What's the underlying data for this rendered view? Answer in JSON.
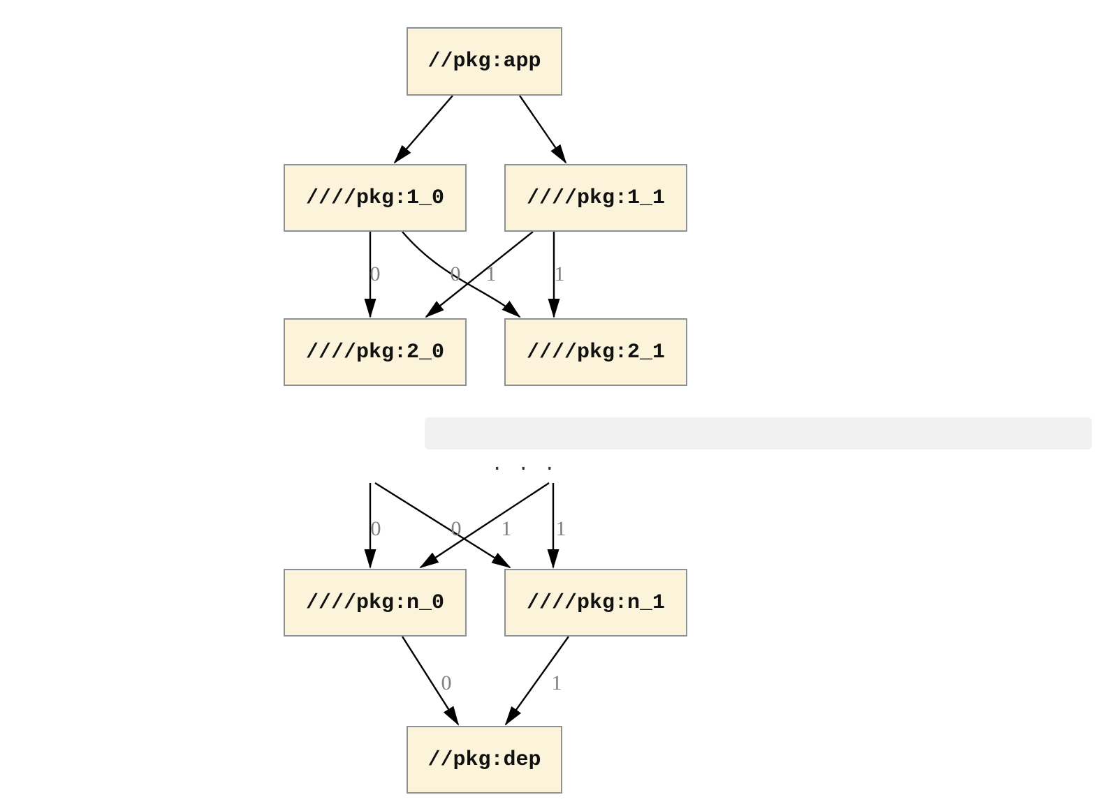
{
  "upper_graph": {
    "nodes": {
      "app": "//pkg:app",
      "l1_0": "////pkg:1_0",
      "l1_1": "////pkg:1_1",
      "l2_0": "////pkg:2_0",
      "l2_1": "////pkg:2_1"
    },
    "edge_labels": {
      "from_1_0_to_2_0": "0",
      "from_1_1_to_2_0": "0",
      "from_1_0_to_2_1": "1",
      "from_1_1_to_2_1": "1"
    }
  },
  "separator": {
    "text": ". . ."
  },
  "lower_graph": {
    "nodes": {
      "n_0": "////pkg:n_0",
      "n_1": "////pkg:n_1",
      "dep": "//pkg:dep"
    },
    "edge_labels": {
      "into_n_0_straight": "0",
      "into_n_0_cross": "0",
      "into_n_1_cross": "1",
      "into_n_1_straight": "1",
      "from_n_0_to_dep": "0",
      "from_n_1_to_dep": "1"
    }
  },
  "colors": {
    "node_fill": "#FBF4DB",
    "node_border": "#8C9196",
    "edge": "#000000",
    "edge_label": "#7E7E7E",
    "separator_bg": "#F1F1F1",
    "separator_text": "#2F2F2F"
  }
}
